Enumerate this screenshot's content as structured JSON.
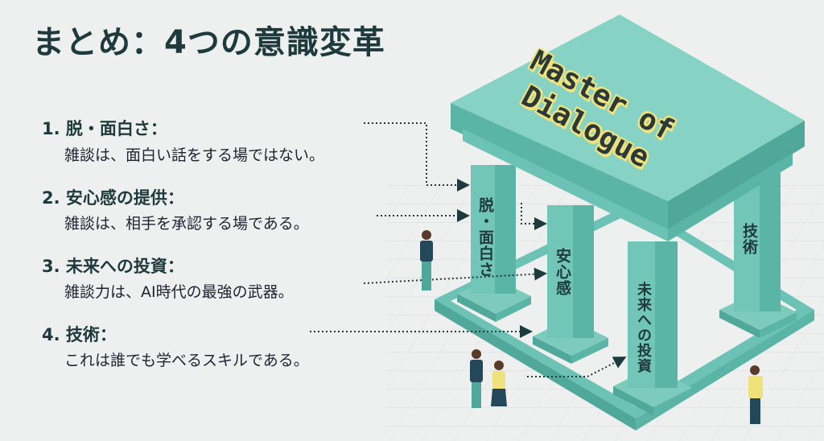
{
  "title": "まとめ：4つの意識変革",
  "items": [
    {
      "heading": "1. 脱・面白さ：",
      "text": "雑談は、面白い話をする場ではない。"
    },
    {
      "heading": "2. 安心感の提供：",
      "text": "雑談は、相手を承認する場である。"
    },
    {
      "heading": "3. 未来への投資：",
      "text": "雑談力は、AI時代の最強の武器。"
    },
    {
      "heading": "4. 技術：",
      "text": "これは誰でも学べるスキルである。"
    }
  ],
  "illustration": {
    "roof_logo": [
      "Master of",
      "Dialogue"
    ],
    "pillars": [
      "脱・面白さ",
      "安心感",
      "未来への投資",
      "技術"
    ],
    "colors": {
      "teal": "#6cc2b4",
      "teal_dark": "#4fa89a",
      "teal_light": "#86d3c6",
      "text": "#1f3a3d",
      "logo_outline": "#f2e27a"
    }
  }
}
